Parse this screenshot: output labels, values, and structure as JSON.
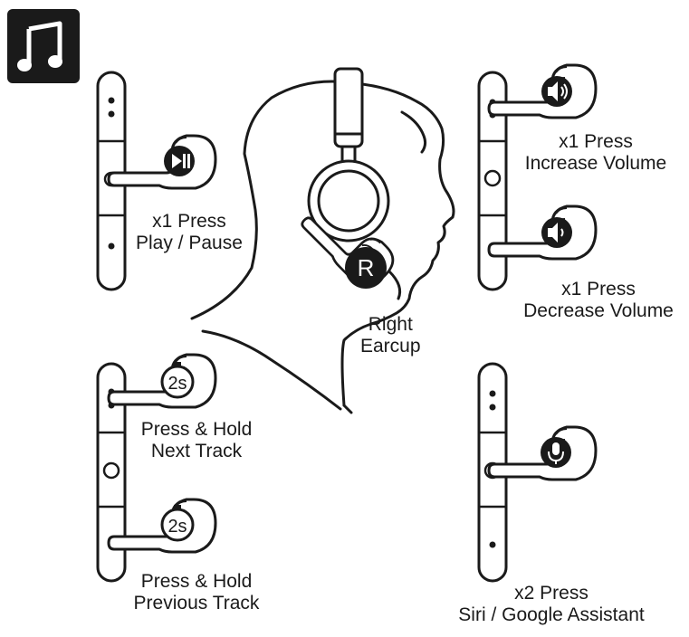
{
  "icon": "music-note-icon",
  "colors": {
    "ink": "#1a1a1a",
    "paper": "#ffffff"
  },
  "earcup": {
    "line1": "Right",
    "line2": "Earcup",
    "badge": "R"
  },
  "controls": {
    "play_pause": {
      "line1": "x1 Press",
      "line2": "Play / Pause",
      "icon": "play-pause-icon"
    },
    "volume_up": {
      "line1": "x1 Press",
      "line2": "Increase Volume",
      "icon": "volume-up-icon"
    },
    "volume_down": {
      "line1": "x1 Press",
      "line2": "Decrease Volume",
      "icon": "volume-down-icon"
    },
    "next_track": {
      "line1": "Press & Hold",
      "line2": "Next Track",
      "icon": "timer-icon",
      "badge": "2s"
    },
    "previous_track": {
      "line1": "Press & Hold",
      "line2": "Previous Track",
      "icon": "timer-icon",
      "badge": "2s"
    },
    "assistant": {
      "line1": "x2 Press",
      "line2": "Siri / Google Assistant",
      "icon": "microphone-icon"
    }
  }
}
